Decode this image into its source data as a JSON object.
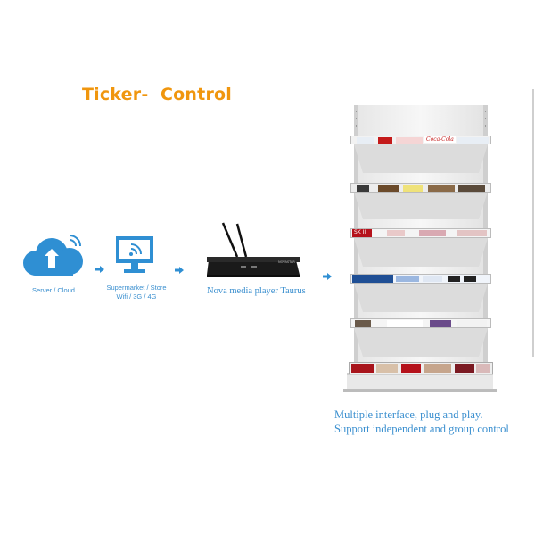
{
  "title": "Ticker-  Control",
  "flow": {
    "server_label": "Server / Cloud",
    "store_label_line1": "Supermarket / Store",
    "store_label_line2": "Wifi / 3G / 4G",
    "player_label": "Nova media player Taurus",
    "player_brand": "NOVASTAR"
  },
  "shelf": {
    "tickers": [
      {
        "name": "coca-cola-ticker",
        "text": "Coca-Cola"
      },
      {
        "name": "grocery-ticker",
        "text": ""
      },
      {
        "name": "skii-ticker",
        "text": "SK II"
      },
      {
        "name": "app-ticker",
        "text": ""
      },
      {
        "name": "plain-ticker",
        "text": ""
      },
      {
        "name": "bottom-ticker",
        "text": ""
      }
    ]
  },
  "notes": {
    "line1": "Multiple interface, plug and play.",
    "line2": "Support independent and group control"
  },
  "colors": {
    "accent_orange": "#f0960e",
    "icon_blue": "#2f8fd3",
    "text_blue": "#3a8fcf"
  }
}
